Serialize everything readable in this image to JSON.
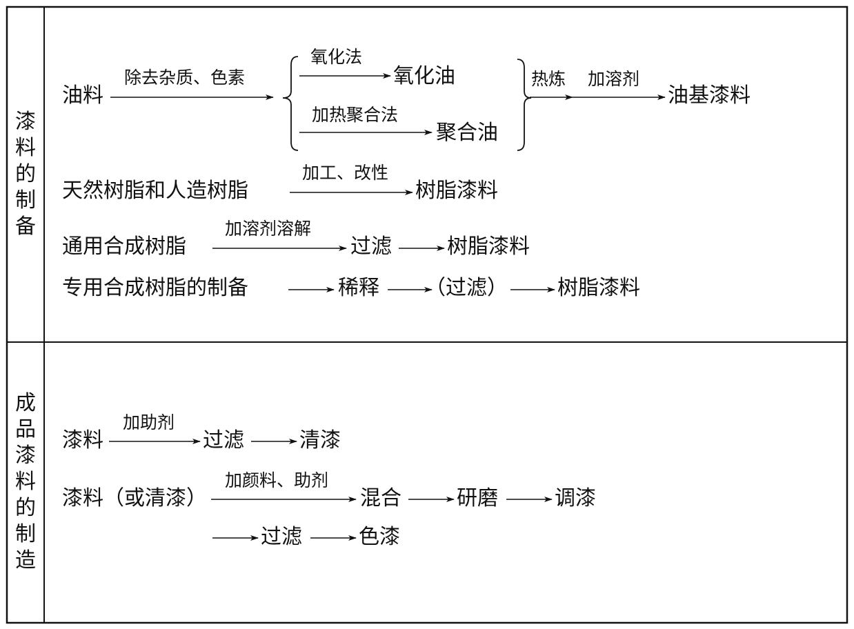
{
  "sections": [
    {
      "label": [
        "漆",
        "料",
        "的",
        "制",
        "备"
      ],
      "oil_flow": {
        "start": "油料",
        "arrow1_label": "除去杂质、色素",
        "branch1_label": "氧化法",
        "branch1_result": "氧化油",
        "branch2_label": "加热聚合法",
        "branch2_result": "聚合油",
        "merge_label1": "热炼",
        "merge_label2": "加溶剂",
        "end": "油基漆料"
      },
      "natural_resin": {
        "start": "天然树脂和人造树脂",
        "arrow_label": "加工、改性",
        "end": "树脂漆料"
      },
      "general_resin": {
        "start": "通用合成树脂",
        "arrow_label": "加溶剂溶解",
        "mid": "过滤",
        "end": "树脂漆料"
      },
      "special_resin": {
        "start": "专用合成树脂的制备",
        "step1": "稀释",
        "step2": "（过滤）",
        "end": "树脂漆料"
      }
    },
    {
      "label": [
        "成",
        "品",
        "漆",
        "料",
        "的",
        "制",
        "造"
      ],
      "clear_paint": {
        "start": "漆料",
        "arrow_label": "加助剂",
        "mid": "过滤",
        "end": "清漆"
      },
      "color_paint": {
        "start": "漆料（或清漆）",
        "arrow_label": "加颜料、助剂",
        "step1": "混合",
        "step2": "研磨",
        "step3": "调漆",
        "step4": "过滤",
        "end": "色漆"
      }
    }
  ]
}
